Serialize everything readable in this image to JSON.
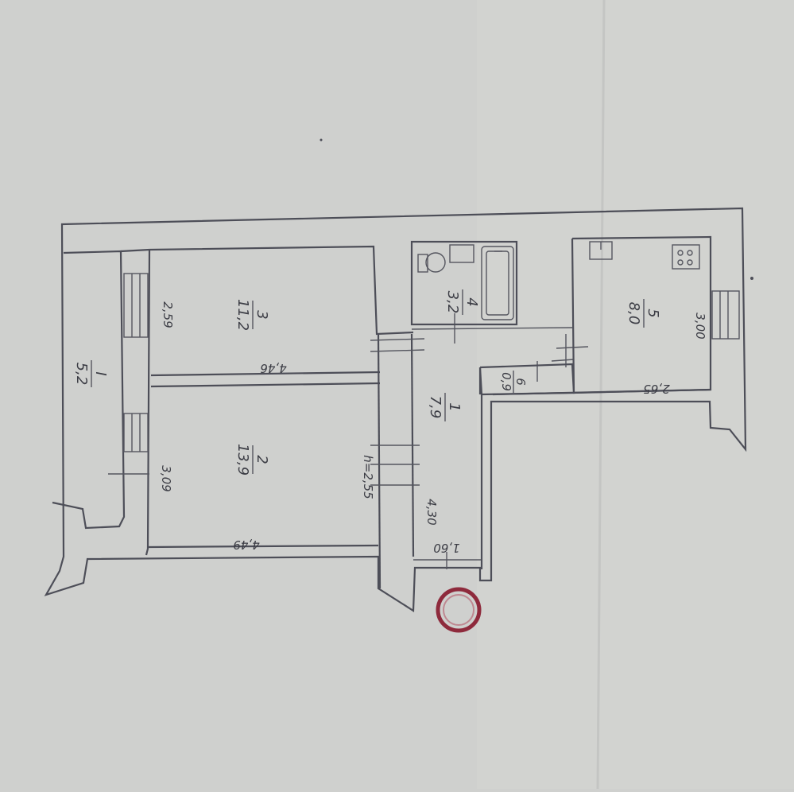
{
  "rooms": [
    {
      "id": "I",
      "number": "I",
      "area": "5,2"
    },
    {
      "id": "2",
      "number": "2",
      "area": "13,9"
    },
    {
      "id": "3",
      "number": "3",
      "area": "11,2"
    },
    {
      "id": "1",
      "number": "1",
      "area": "7,9"
    },
    {
      "id": "4",
      "number": "4",
      "area": "3,2"
    },
    {
      "id": "5",
      "number": "5",
      "area": "8,0"
    },
    {
      "id": "6",
      "number": "6",
      "area": "0,9"
    }
  ],
  "dimensions": {
    "d_259": "2,59",
    "d_446": "4,46",
    "d_309": "3,09",
    "d_449": "4,49",
    "d_h255": "h=2,55",
    "d_430": "4,30",
    "d_160": "1,60",
    "d_265": "2,65",
    "d_300": "3,00"
  },
  "colors": {
    "paper": "#cfd0ce",
    "ink": "#3c3d45",
    "stamp": "#8e2a3c"
  }
}
